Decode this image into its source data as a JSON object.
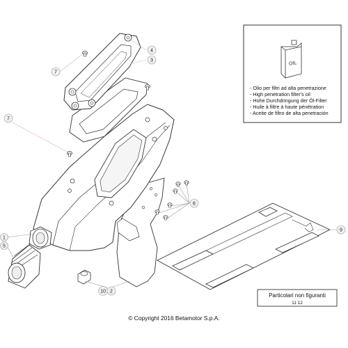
{
  "callouts": {
    "c1": "1",
    "c2": "2",
    "c3": "3",
    "c4": "4",
    "c5": "5",
    "c6": "6",
    "c7a": "7",
    "c7b": "7",
    "c9": "9",
    "c10": "10"
  },
  "oil_box": {
    "can_label": "OIL",
    "lines": [
      "- Olio per filtri ad alta penetrazione",
      "- High penetration filter's oil",
      "- Hohe Durchdringung der Öl-Filter",
      "- Huile à filtre à haute pénétration",
      "- Aceite de filtro de alta penetración"
    ]
  },
  "not_shown": {
    "title": "Particolari non figuranti",
    "items": "11 12"
  },
  "copyright": "© Copyright 2016 Betamotor S.p.A.",
  "colors": {
    "line": "#333333",
    "callout_fill": "#f0f0f0",
    "pink_leader": "#e7a8bd",
    "shade": "#d9d9d9"
  }
}
